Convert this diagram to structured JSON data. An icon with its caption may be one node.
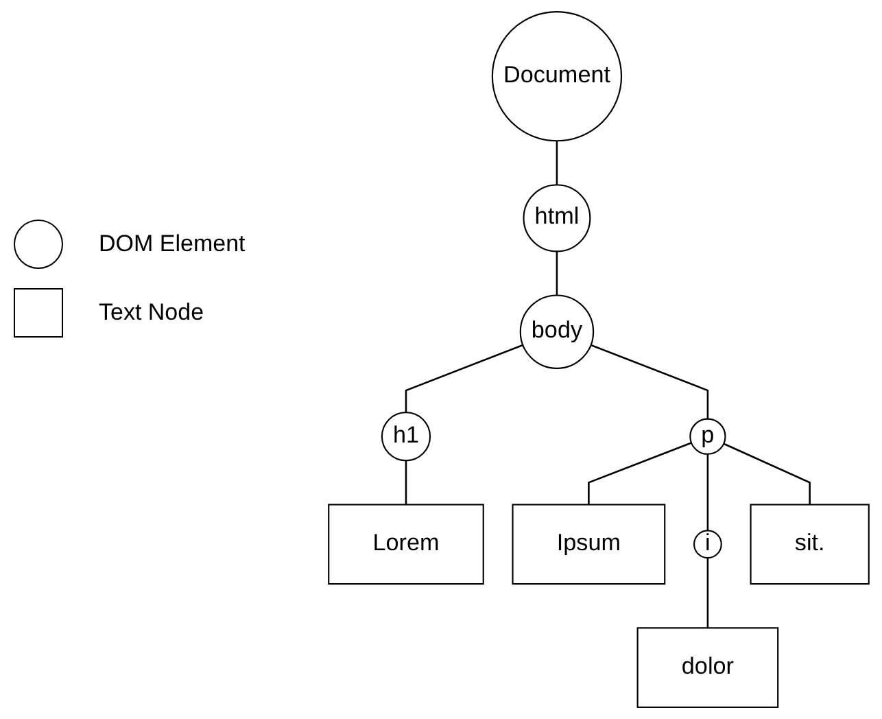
{
  "diagram": {
    "nodes": [
      {
        "text": [
          "Document"
        ]
      },
      {
        "text": [
          "html"
        ]
      },
      {
        "text": [
          "body"
        ]
      },
      {
        "text": [
          "h1"
        ]
      },
      {
        "text": [
          "p"
        ]
      },
      {
        "text": [
          "Lorem"
        ]
      },
      {
        "text": [
          "Ipsum"
        ]
      },
      {
        "text": [
          "i"
        ]
      },
      {
        "text": [
          "sit."
        ]
      },
      {
        "text": [
          "dolor"
        ]
      }
    ],
    "edges": [
      {
        "from": 0,
        "to": 1,
        "arrow": "none"
      },
      {
        "from": 1,
        "to": 2,
        "arrow": "none"
      },
      {
        "from": 2,
        "to": 3,
        "arrow": "none"
      },
      {
        "from": 2,
        "to": 4,
        "arrow": "none"
      },
      {
        "from": 3,
        "to": 5,
        "arrow": "none"
      },
      {
        "from": 4,
        "to": 6,
        "arrow": "none"
      },
      {
        "from": 4,
        "to": 7,
        "arrow": "none"
      },
      {
        "from": 4,
        "to": 8,
        "arrow": "none"
      },
      {
        "from": 7,
        "to": 9,
        "arrow": "none"
      }
    ],
    "legend": [
      {
        "text": "DOM Element"
      },
      {
        "text": "Text Node"
      }
    ]
  }
}
